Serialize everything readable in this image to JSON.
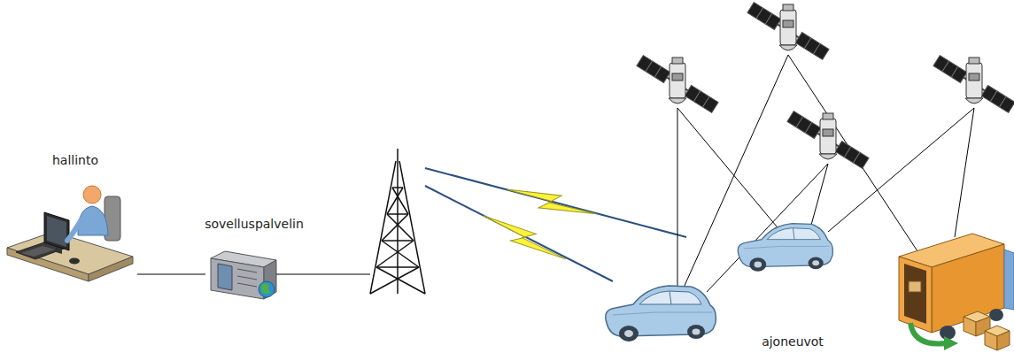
{
  "diagram": {
    "nodes": [
      {
        "text": [
          "hallinto"
        ]
      },
      {
        "text": [
          "sovelluspalvelin"
        ]
      },
      {
        "text": [
          "ajoneuvot"
        ]
      }
    ],
    "edges": [
      {
        "from": 0,
        "to": 1,
        "arrow": "none"
      }
    ]
  }
}
